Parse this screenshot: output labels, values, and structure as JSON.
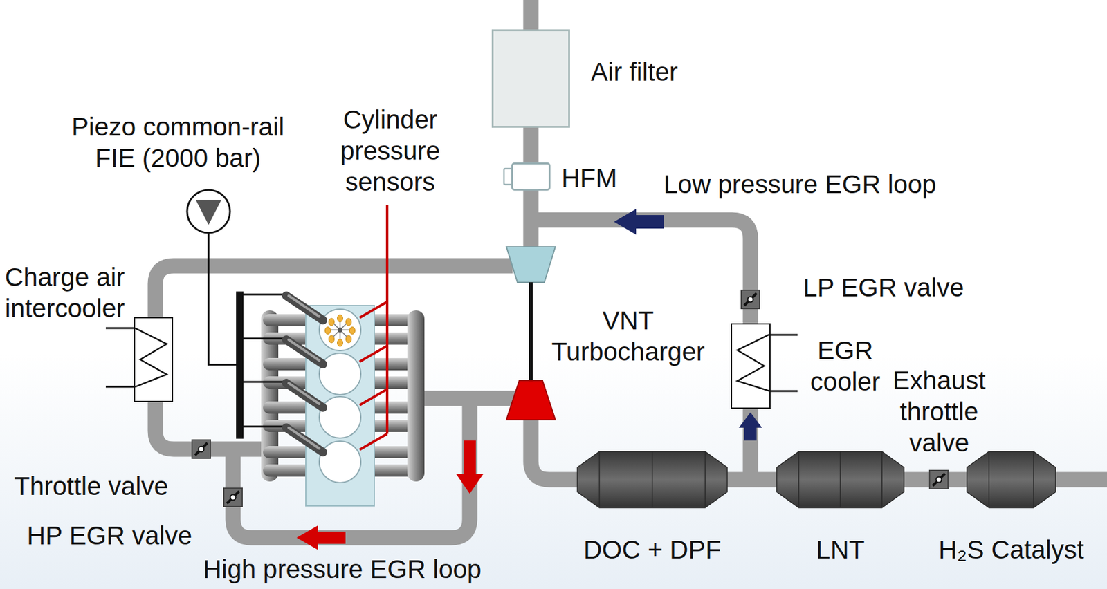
{
  "diagram": {
    "nodes": [
      {
        "text": [
          "Air filter"
        ]
      },
      {
        "text": [
          "HFM"
        ]
      },
      {
        "text": [
          "Charge air intercooler"
        ]
      },
      {
        "text": [
          "EGR cooler"
        ]
      },
      {
        "text": [
          "DOC + DPF"
        ]
      },
      {
        "text": [
          "LNT"
        ]
      },
      {
        "text": [
          "H₂S Catalyst"
        ]
      }
    ],
    "edges": [
      {
        "from": 0,
        "to": 1,
        "arrow": "none"
      },
      {
        "from": 4,
        "to": 5,
        "arrow": "none"
      },
      {
        "from": 5,
        "to": 6,
        "arrow": "none"
      }
    ],
    "labels": [
      "Piezo common-rail FIE (2000 bar)",
      "Cylinder pressure sensors",
      "Low pressure EGR loop",
      "VNT Turbocharger",
      "LP EGR valve",
      "Exhaust throttle valve",
      "Throttle valve",
      "HP EGR valve",
      "High pressure EGR loop"
    ]
  }
}
